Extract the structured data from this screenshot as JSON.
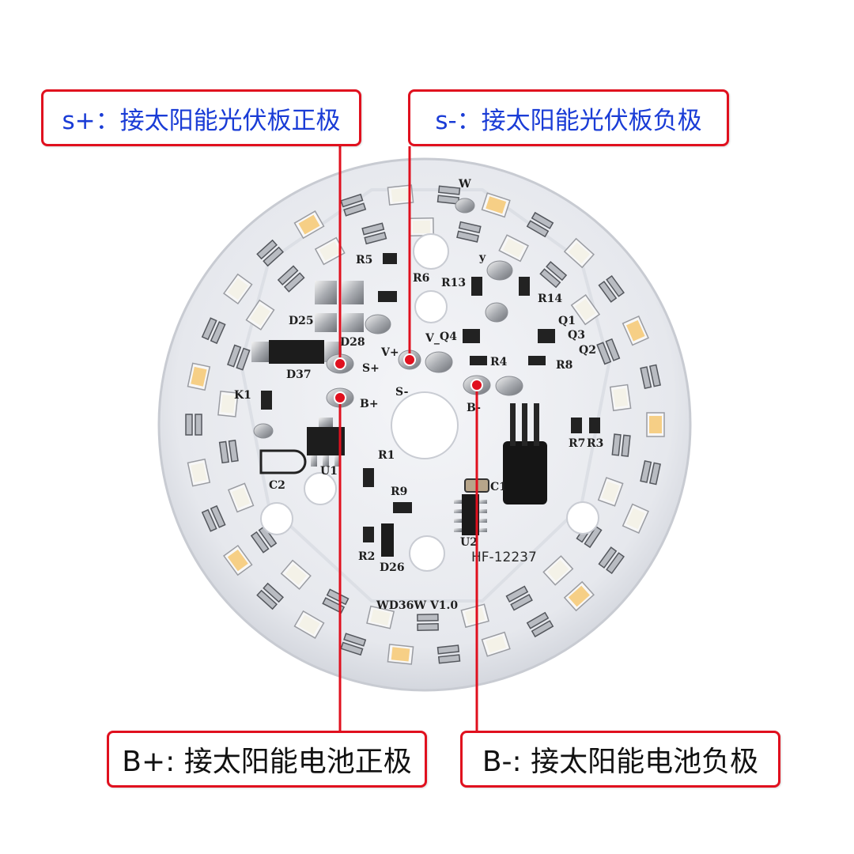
{
  "callouts": {
    "s_plus": "s+：接太阳能光伏板正极",
    "s_minus": "s-：接太阳能光伏板负极",
    "b_plus": "B+: 接太阳能电池正极",
    "b_minus": "B-: 接太阳能电池负极"
  },
  "board": {
    "model": "HF-12237",
    "version": "WD36W V1.0",
    "pad_labels": {
      "s_plus": "S+",
      "s_minus": "S-",
      "b_plus": "B+",
      "b_minus": "B-",
      "v_plus": "V+",
      "v_minus": "V_"
    },
    "silkscreen": {
      "r5": "R5",
      "r6": "R6",
      "r13": "R13",
      "r14": "R14",
      "y": "y",
      "q1": "Q1",
      "q3": "Q3",
      "q2": "Q2",
      "q4": "Q4",
      "r4": "R4",
      "r8": "R8",
      "d25": "D25",
      "d28": "D28",
      "d37": "D37",
      "k1": "K1",
      "u1": "U1",
      "c2": "C2",
      "r1": "R1",
      "r9": "R9",
      "c1": "C1",
      "u2": "U2",
      "r2": "R2",
      "d26": "D26",
      "r7": "R7",
      "r3": "R3",
      "w": "W"
    }
  },
  "colors": {
    "callout_border": "#e0101e",
    "leader_line": "#e0101e",
    "top_text": "#1a3cd6",
    "bottom_text": "#111111",
    "board": "#eceef2",
    "led_warm": "#f6cf86",
    "led_cool": "#f4f2e8"
  }
}
